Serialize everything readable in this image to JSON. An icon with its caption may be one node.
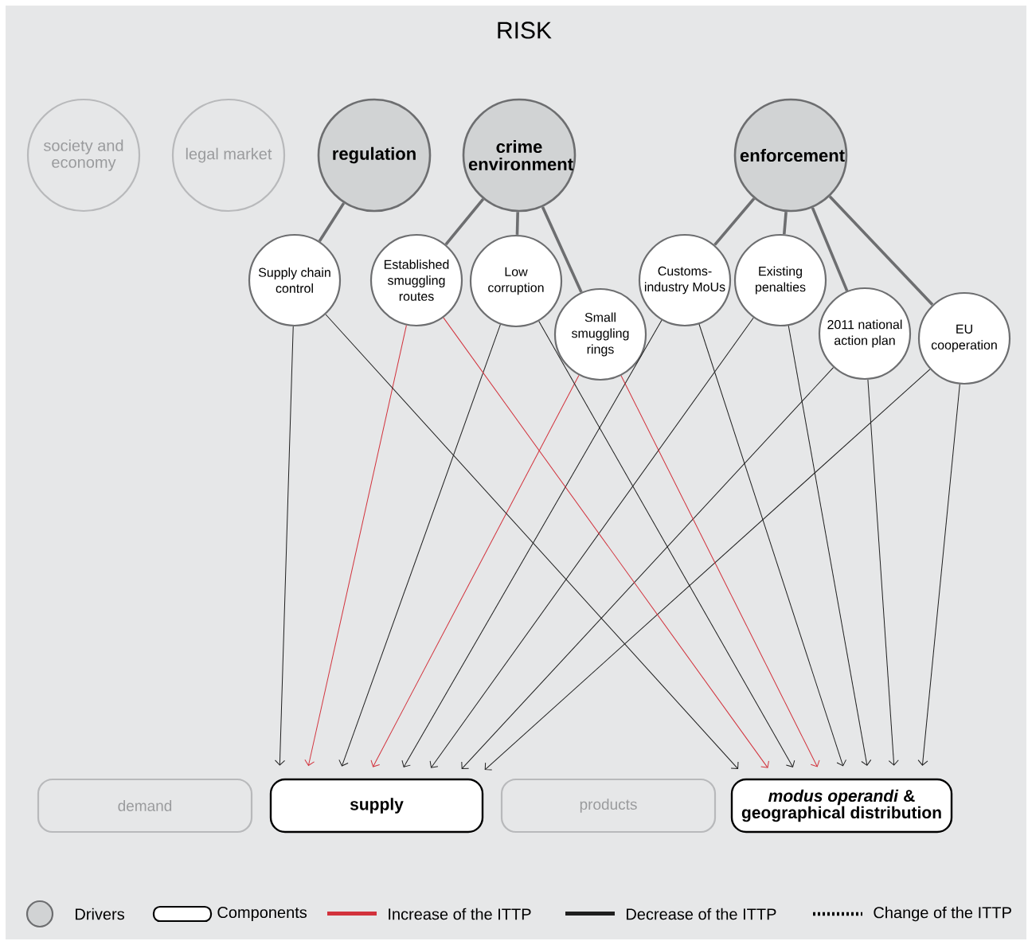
{
  "diagram": {
    "title": "RISK",
    "nodes": [
      {
        "text": [
          "society and economy"
        ]
      },
      {
        "text": [
          "legal market"
        ]
      },
      {
        "text": [
          "regulation"
        ]
      },
      {
        "text": [
          "crime environment"
        ]
      },
      {
        "text": [
          "enforcement"
        ]
      },
      {
        "text": [
          "Supply chain control"
        ]
      },
      {
        "text": [
          "Established smuggling routes"
        ]
      },
      {
        "text": [
          "Low corruption"
        ]
      },
      {
        "text": [
          "Small smuggling rings"
        ]
      },
      {
        "text": [
          "Customs-industry MoUs"
        ]
      },
      {
        "text": [
          "Existing penalties"
        ]
      },
      {
        "text": [
          "2011 national action plan"
        ]
      },
      {
        "text": [
          "EU cooperation"
        ]
      },
      {
        "text": [
          "demand"
        ]
      },
      {
        "text": [
          "supply"
        ]
      },
      {
        "text": [
          "products"
        ]
      },
      {
        "text": [
          "*modus operandi* & geographical distribution"
        ]
      }
    ],
    "edges": [
      {
        "from": 2,
        "to": 5,
        "arrow": "none",
        "style": "thick",
        "color": "#6d6e70"
      },
      {
        "from": 3,
        "to": 6,
        "arrow": "none",
        "style": "thick",
        "color": "#6d6e70"
      },
      {
        "from": 3,
        "to": 7,
        "arrow": "none",
        "style": "thick",
        "color": "#6d6e70"
      },
      {
        "from": 3,
        "to": 8,
        "arrow": "none",
        "style": "thick",
        "color": "#6d6e70"
      },
      {
        "from": 4,
        "to": 9,
        "arrow": "none",
        "style": "thick",
        "color": "#6d6e70"
      },
      {
        "from": 4,
        "to": 10,
        "arrow": "none",
        "style": "thick",
        "color": "#6d6e70"
      },
      {
        "from": 4,
        "to": 11,
        "arrow": "none",
        "style": "thick",
        "color": "#6d6e70"
      },
      {
        "from": 4,
        "to": 12,
        "arrow": "none",
        "style": "thick",
        "color": "#6d6e70"
      },
      {
        "from": 5,
        "to": 14,
        "arrow": "to"
      },
      {
        "from": 6,
        "to": 14,
        "arrow": "to",
        "color": "#d2323c"
      },
      {
        "from": 7,
        "to": 14,
        "arrow": "to"
      },
      {
        "from": 8,
        "to": 14,
        "arrow": "to",
        "color": "#d2323c"
      },
      {
        "from": 9,
        "to": 14,
        "arrow": "to"
      },
      {
        "from": 10,
        "to": 14,
        "arrow": "to"
      },
      {
        "from": 11,
        "to": 14,
        "arrow": "to"
      },
      {
        "from": 12,
        "to": 14,
        "arrow": "to"
      },
      {
        "from": 5,
        "to": 16,
        "arrow": "to"
      },
      {
        "from": 6,
        "to": 16,
        "arrow": "to",
        "color": "#d2323c"
      },
      {
        "from": 7,
        "to": 16,
        "arrow": "to"
      },
      {
        "from": 8,
        "to": 16,
        "arrow": "to",
        "color": "#d2323c"
      },
      {
        "from": 9,
        "to": 16,
        "arrow": "to"
      },
      {
        "from": 10,
        "to": 16,
        "arrow": "to"
      },
      {
        "from": 11,
        "to": 16,
        "arrow": "to"
      },
      {
        "from": 12,
        "to": 16,
        "arrow": "to"
      }
    ],
    "legend": [
      {
        "text": "Drivers"
      },
      {
        "text": "Components"
      },
      {
        "text": "Increase of the ITTP",
        "color": "#d2323c"
      },
      {
        "text": "Decrease of the ITTP",
        "color": "#1f1f1f"
      },
      {
        "text": "Change of the ITTP"
      }
    ]
  }
}
